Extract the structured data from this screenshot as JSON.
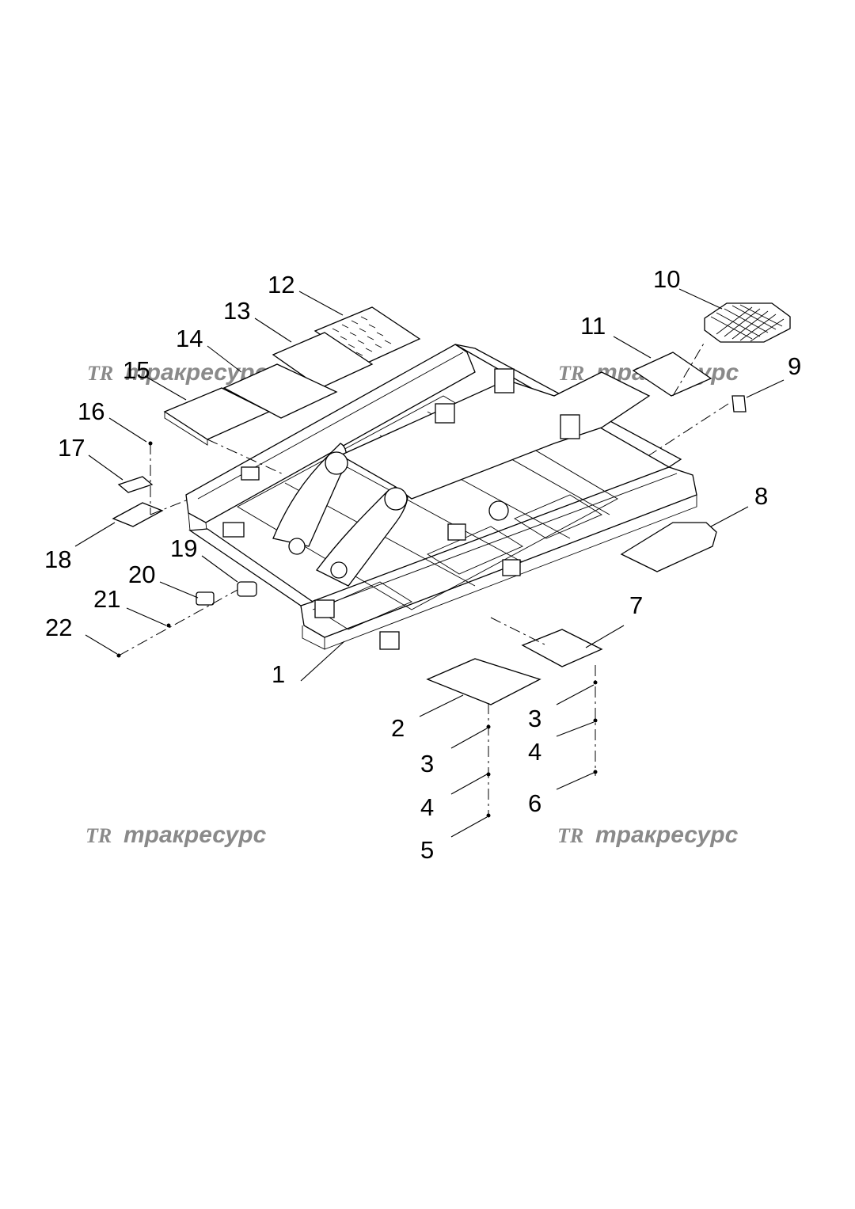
{
  "diagram": {
    "callouts": [
      {
        "id": "1",
        "label": "1"
      },
      {
        "id": "2",
        "label": "2"
      },
      {
        "id": "3a",
        "label": "3"
      },
      {
        "id": "3b",
        "label": "3"
      },
      {
        "id": "4a",
        "label": "4"
      },
      {
        "id": "4b",
        "label": "4"
      },
      {
        "id": "5",
        "label": "5"
      },
      {
        "id": "6",
        "label": "6"
      },
      {
        "id": "7",
        "label": "7"
      },
      {
        "id": "8",
        "label": "8"
      },
      {
        "id": "9",
        "label": "9"
      },
      {
        "id": "10",
        "label": "10"
      },
      {
        "id": "11",
        "label": "11"
      },
      {
        "id": "12",
        "label": "12"
      },
      {
        "id": "13",
        "label": "13"
      },
      {
        "id": "14",
        "label": "14"
      },
      {
        "id": "15",
        "label": "15"
      },
      {
        "id": "16",
        "label": "16"
      },
      {
        "id": "17",
        "label": "17"
      },
      {
        "id": "18",
        "label": "18"
      },
      {
        "id": "19",
        "label": "19"
      },
      {
        "id": "20",
        "label": "20"
      },
      {
        "id": "21",
        "label": "21"
      },
      {
        "id": "22",
        "label": "22"
      }
    ]
  },
  "watermark": {
    "logo": "TR",
    "text": "тракресурс",
    "color": "#8a8a8a"
  }
}
